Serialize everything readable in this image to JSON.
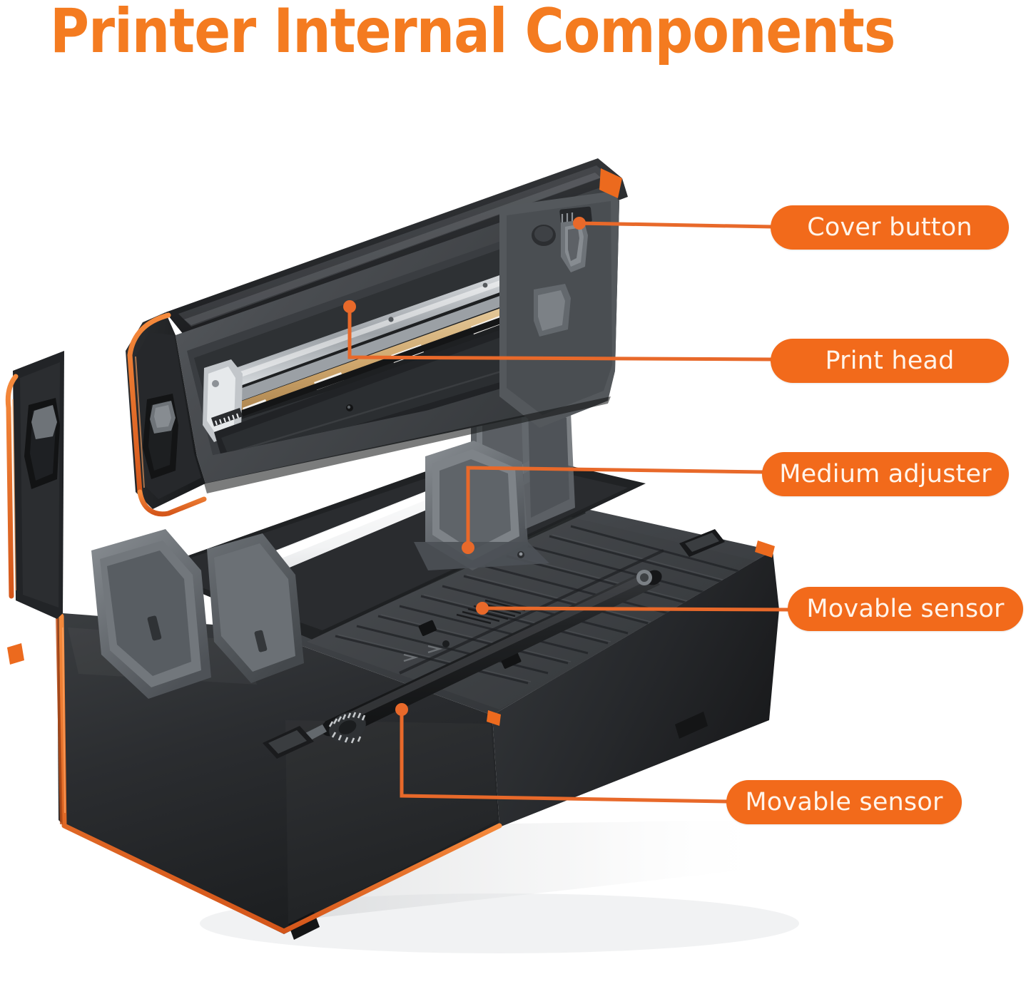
{
  "title": "Printer Internal Components",
  "colors": {
    "accent_orange": "#F26A1B",
    "title_orange": "#F47B20",
    "pill_text": "#FFF4EA",
    "body_black": "#2b2d30",
    "trim_orange": "#E8692A",
    "guide_gray": "#6e7377",
    "printhead_silver": "#c9ccd0",
    "flex_circuit_tan": "#d8b98a",
    "roller_black": "#1a1b1d",
    "background": "#ffffff"
  },
  "callouts": [
    {
      "id": "cover-button",
      "label": "Cover button",
      "leader": "straight"
    },
    {
      "id": "print-head",
      "label": "Print head",
      "leader": "elbow-up"
    },
    {
      "id": "medium-adjuster",
      "label": "Medium adjuster",
      "leader": "elbow-down"
    },
    {
      "id": "movable-sensor-upper",
      "label": "Movable sensor",
      "leader": "straight"
    },
    {
      "id": "movable-sensor-lower",
      "label": "Movable sensor",
      "leader": "elbow-up"
    }
  ],
  "product": {
    "type": "thermal label printer",
    "state": "lid open, internals exposed",
    "parts": [
      "hinged top cover",
      "cover release button",
      "thermal print head bar",
      "flex circuit ribbon",
      "media roll holder arms",
      "medium width adjuster guides",
      "movable label gap sensor",
      "rubber platen roller",
      "drive gear",
      "ribbed media path plate",
      "orange piping trim",
      "rubber feet"
    ]
  }
}
